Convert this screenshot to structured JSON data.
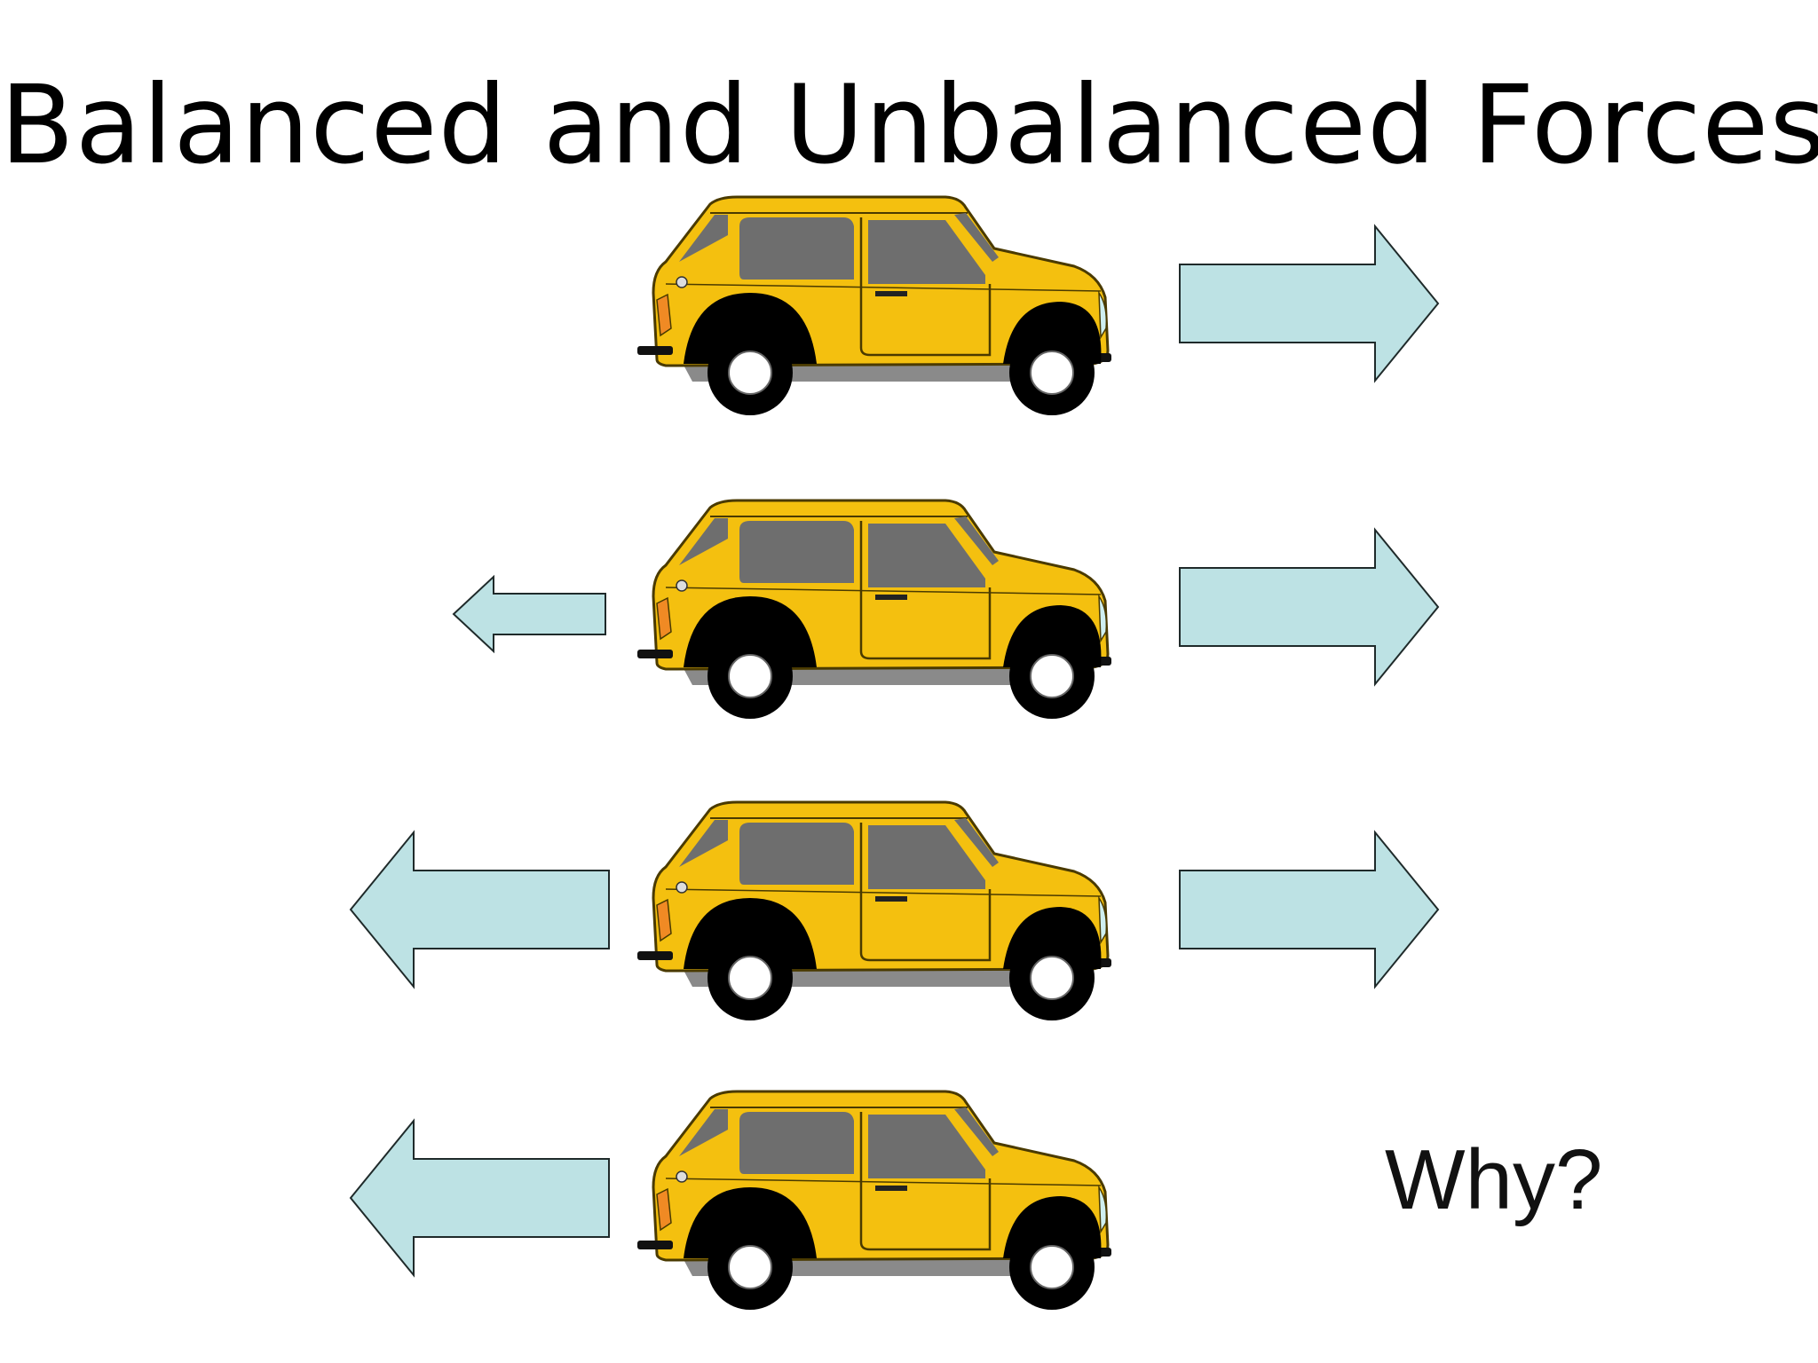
{
  "title": "Balanced and Unbalanced Forces",
  "question": "Why?",
  "colors": {
    "car_body": "#f4c00f",
    "car_outline": "#4a3a00",
    "window": "#6e6e6e",
    "tire": "#000000",
    "hubcap": "#ffffff",
    "arrow_fill": "#bde2e4",
    "arrow_stroke": "#1f2a2a"
  },
  "rows": [
    {
      "right_arrow": "large",
      "left_arrow": "none"
    },
    {
      "right_arrow": "large",
      "left_arrow": "small"
    },
    {
      "right_arrow": "large",
      "left_arrow": "large"
    },
    {
      "right_arrow": "none",
      "left_arrow": "large"
    }
  ]
}
